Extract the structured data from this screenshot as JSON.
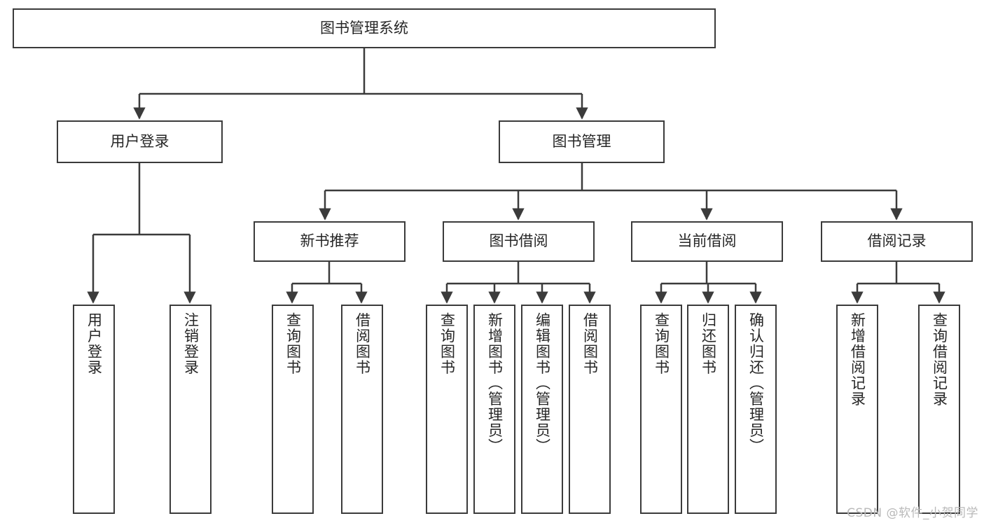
{
  "diagram": {
    "title": "图书管理系统",
    "type": "tree-hierarchy",
    "root": {
      "id": "root",
      "label": "图书管理系统",
      "orientation": "horizontal"
    },
    "level1": [
      {
        "id": "user-login",
        "label": "用户登录",
        "orientation": "horizontal"
      },
      {
        "id": "book-manage",
        "label": "图书管理",
        "orientation": "horizontal"
      }
    ],
    "level2": [
      {
        "id": "new-book-recommend",
        "label": "新书推荐",
        "orientation": "horizontal",
        "parent": "book-manage"
      },
      {
        "id": "book-borrow",
        "label": "图书借阅",
        "orientation": "horizontal",
        "parent": "book-manage"
      },
      {
        "id": "current-borrow",
        "label": "当前借阅",
        "orientation": "horizontal",
        "parent": "book-manage"
      },
      {
        "id": "borrow-record",
        "label": "借阅记录",
        "orientation": "horizontal",
        "parent": "book-manage"
      }
    ],
    "leaves": [
      {
        "id": "leaf-user-login",
        "label": "用户登录",
        "parent": "user-login"
      },
      {
        "id": "leaf-user-logout",
        "label": "注销登录",
        "parent": "user-login"
      },
      {
        "id": "leaf-query-book-1",
        "label": "查询图书",
        "parent": "new-book-recommend"
      },
      {
        "id": "leaf-borrow-book-1",
        "label": "借阅图书",
        "parent": "new-book-recommend"
      },
      {
        "id": "leaf-query-book-2",
        "label": "查询图书",
        "parent": "book-borrow"
      },
      {
        "id": "leaf-add-book",
        "label": "新增图书（管理员）",
        "parent": "book-borrow"
      },
      {
        "id": "leaf-edit-book",
        "label": "编辑图书（管理员）",
        "parent": "book-borrow"
      },
      {
        "id": "leaf-borrow-book-2",
        "label": "借阅图书",
        "parent": "book-borrow"
      },
      {
        "id": "leaf-query-book-3",
        "label": "查询图书",
        "parent": "current-borrow"
      },
      {
        "id": "leaf-return-book",
        "label": "归还图书",
        "parent": "current-borrow"
      },
      {
        "id": "leaf-confirm-return",
        "label": "确认归还（管理员）",
        "parent": "current-borrow"
      },
      {
        "id": "leaf-add-record",
        "label": "新增借阅记录",
        "parent": "borrow-record"
      },
      {
        "id": "leaf-query-record",
        "label": "查询借阅记录",
        "parent": "borrow-record"
      }
    ],
    "colors": {
      "box_border": "#3b3b3b",
      "box_fill": "#ffffff",
      "connector": "#3b3b3b",
      "text": "#262626",
      "watermark": "#b9b9b9",
      "background": "#ffffff"
    }
  },
  "watermark": {
    "text": "CSDN @软件_小贺同学"
  }
}
